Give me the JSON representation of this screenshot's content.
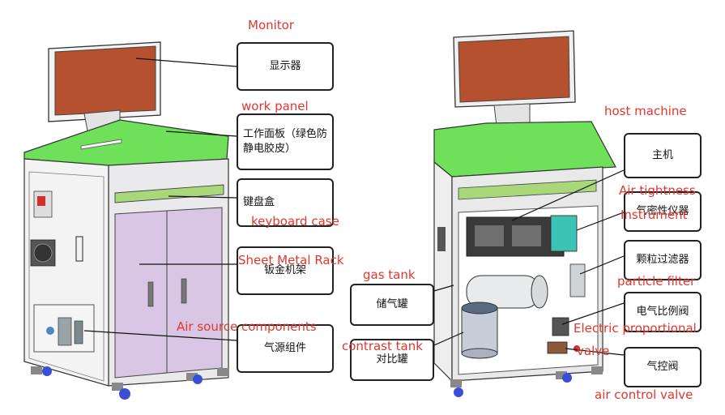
{
  "left_machine": {
    "labels_en": {
      "monitor": "Monitor",
      "work_panel": "work panel",
      "keyboard_case": "keyboard case",
      "sheet_metal_rack": "Sheet Metal Rack",
      "air_source": "Air source components"
    },
    "labels_cn": {
      "monitor": "显示器",
      "work_panel": "工作面板（绿色防静电胶皮）",
      "keyboard_case": "键盘盒",
      "sheet_metal_rack": "钣金机架",
      "air_source": "气源组件"
    }
  },
  "right_machine": {
    "labels_en": {
      "host_machine": "host machine",
      "air_tightness": "Air tightness",
      "instrument": "Instrument",
      "particle_filter": "particle filter",
      "gas_tank": "gas tank",
      "contrast_tank": "contrast tank",
      "electric_prop": "Electric proportional",
      "valve": "valve",
      "air_control_valve": "air control valve"
    },
    "labels_cn": {
      "host_machine": "主机",
      "air_tightness": "气密性仪器",
      "particle_filter": "颗粒过滤器",
      "gas_tank": "储气罐",
      "contrast_tank": "对比罐",
      "electric_prop": "电气比例阀",
      "air_control_valve": "气控阀"
    }
  },
  "colors": {
    "screen": "#b5512e",
    "green_top": "#6fe05a",
    "panel_purple": "#d8c6e4",
    "frame_gray": "#e9e9ea",
    "label_red": "#e0372e",
    "caster_blue": "#3a4fd6"
  }
}
